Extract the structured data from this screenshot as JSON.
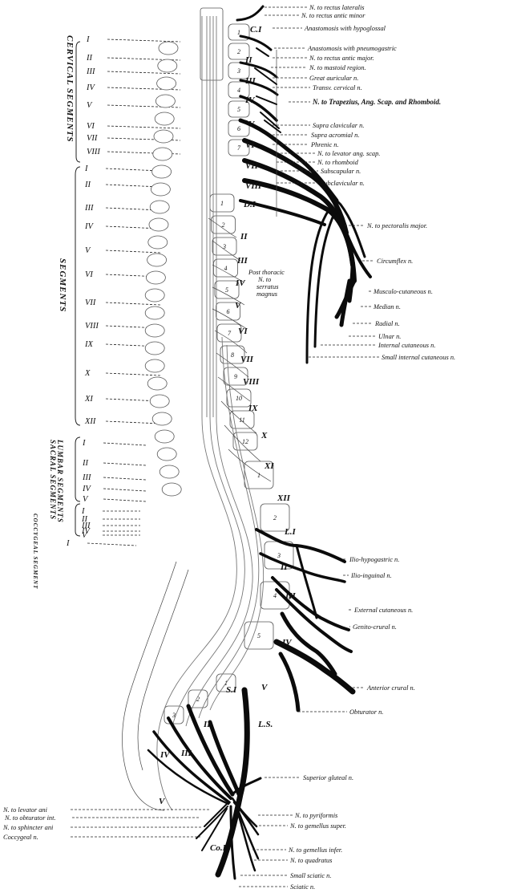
{
  "regions": {
    "cervical": "CERVICAL SEGMENTS",
    "thoracic": "SEGMENTS",
    "lumbar": "LUMBAR SEGMENTS",
    "sacral": "SACRAL SEGMENTS",
    "coccygeal": "COCCYGEAL SEGMENT"
  },
  "segments": {
    "cervical": [
      "I",
      "II",
      "III",
      "IV",
      "V",
      "VI",
      "VII",
      "VIII"
    ],
    "thoracic": [
      "I",
      "II",
      "III",
      "IV",
      "V",
      "VI",
      "VII",
      "VIII",
      "IX",
      "X",
      "XI",
      "XII"
    ],
    "lumbar": [
      "I",
      "II",
      "III",
      "IV",
      "V"
    ],
    "sacral": [
      "I",
      "II",
      "III",
      "IV",
      "V"
    ],
    "coccygeal": [
      "I"
    ]
  },
  "nerve_roots": {
    "cervical": [
      "C.I",
      "II",
      "III",
      "IV",
      "V",
      "VI",
      "VII",
      "VIII"
    ],
    "thoracic": [
      "D.I",
      "II",
      "III",
      "IV",
      "V",
      "VI",
      "VII",
      "VIII",
      "IX",
      "X",
      "XI",
      "XII"
    ],
    "lumbar": [
      "L.I",
      "II",
      "III",
      "IV",
      "V"
    ],
    "sacral": [
      "S.I",
      "II",
      "III",
      "IV",
      "V"
    ],
    "lumbosacral": "L.S.",
    "coccygeal": "Co.I"
  },
  "vertebra_numbers": {
    "cervical": [
      "1",
      "2",
      "3",
      "4",
      "5",
      "6",
      "7"
    ],
    "thoracic": [
      "1",
      "2",
      "3",
      "4",
      "5",
      "6",
      "7",
      "8",
      "9",
      "10",
      "11",
      "12"
    ],
    "lumbar": [
      "1",
      "2",
      "3",
      "4",
      "5"
    ],
    "sacral": [
      "1",
      "2",
      "3"
    ]
  },
  "right_labels": [
    "N. to rectus lateralis",
    "N. to rectus antic minor",
    "Anastomosis with hypoglossal",
    "Anastomosis with pneumogastric",
    "N. to rectus antic major.",
    "N. to mastoid region.",
    "Great auricular n.",
    "Transv. cervical n.",
    "N. to Trapezius, Ang. Scap. and Rhomboid.",
    "Supra clavicular n.",
    "Supra acromial n.",
    "Phrenic n.",
    "N. to levator ang. scap.",
    "N. to rhomboid",
    "Subscapular n.",
    "Subclavicular n.",
    "N. to pectoralis major.",
    "Circumflex n.",
    "Musculo-cutaneous n.",
    "Median n.",
    "Radial n.",
    "Ulnar n.",
    "Internal cutaneous n.",
    "Small internal cutaneous n.",
    "Ilio-hypogastric n.",
    "Ilio-inguinal n.",
    "External cutaneous n.",
    "Genito-crural n.",
    "Anterior crural n.",
    "Obturator n.",
    "Superior gluteal n.",
    "N. to pyriformis",
    "N. to gemellus super.",
    "N. to gemellus infer.",
    "N. to quadratus",
    "Small sciatic n.",
    "Sciatic n."
  ],
  "serratus_label": [
    "Post thoracic",
    "N. to",
    "serratus",
    "magnus"
  ],
  "left_labels": [
    "N. to levator ani",
    "N. to obturator int.",
    "N. to sphincter ani",
    "Coccygeal n."
  ]
}
